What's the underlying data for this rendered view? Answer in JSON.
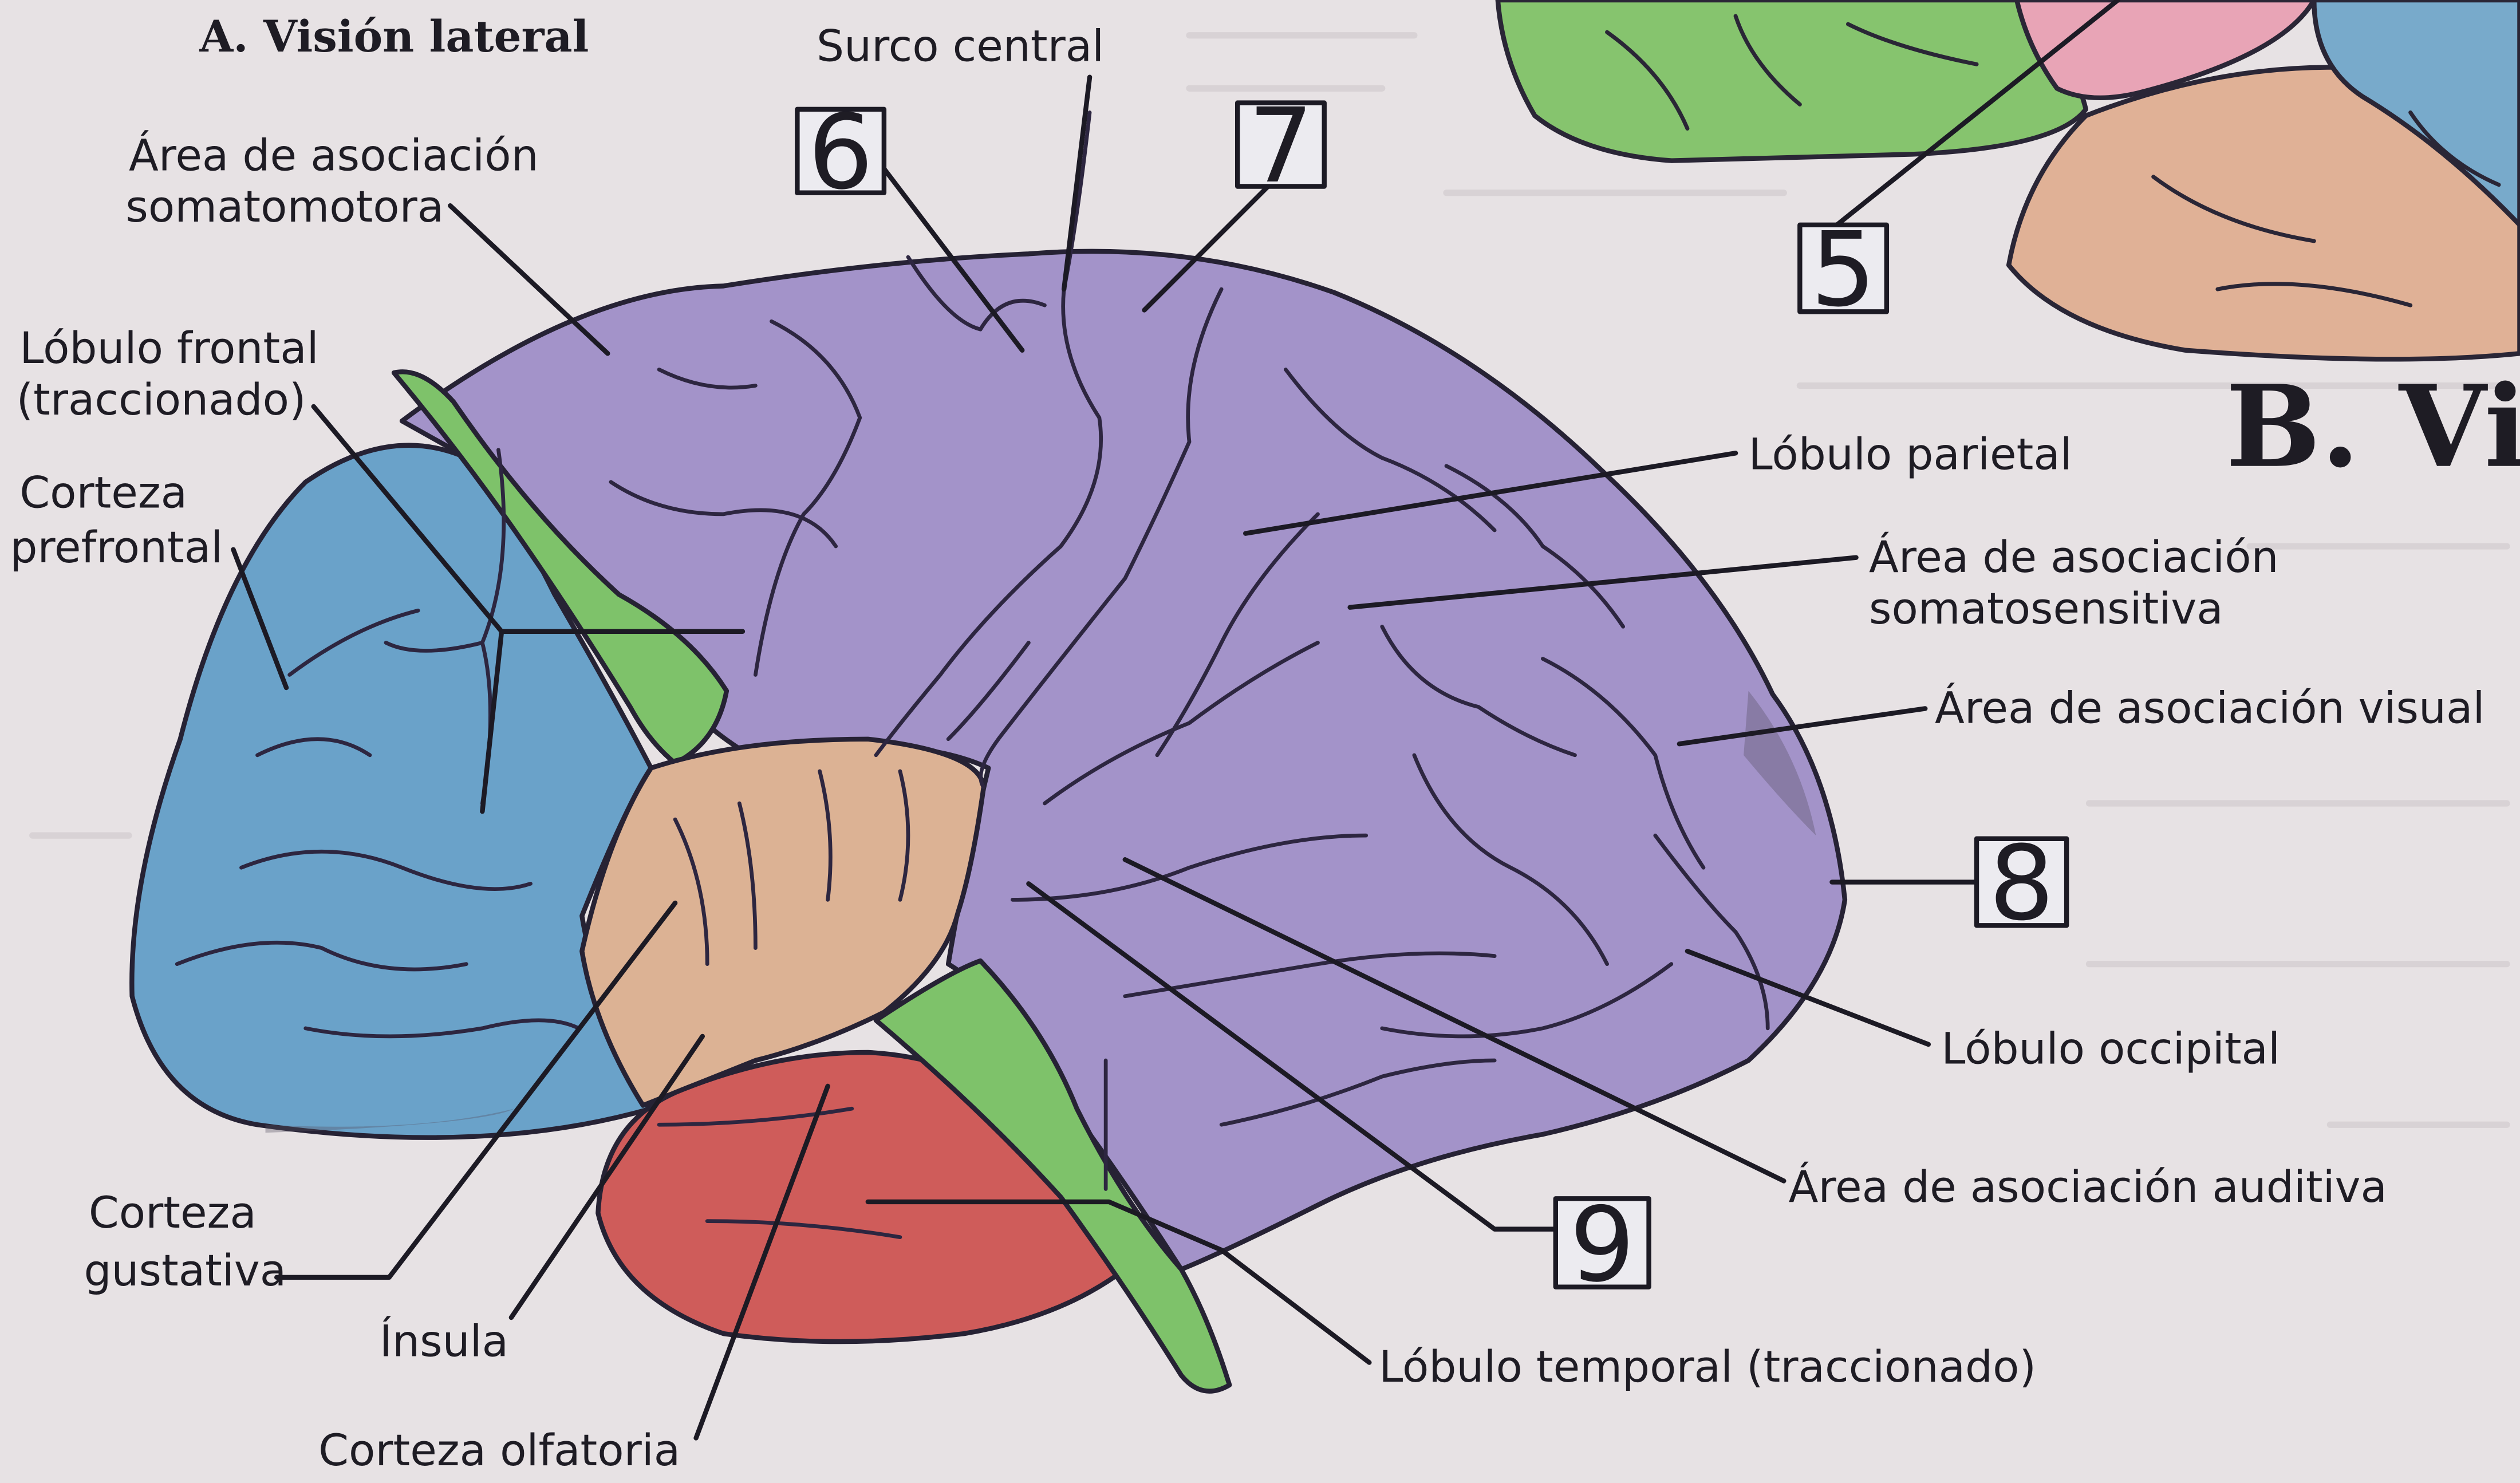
{
  "panel_a_title": "A. Visión lateral",
  "panel_b_title": "B. Visión late",
  "labels": {
    "central_sulcus": "Surco central",
    "somatomotor_assoc_1": "Área de asociación",
    "somatomotor_assoc_2": "somatomotora",
    "frontal_lobe_1": "Lóbulo frontal",
    "frontal_lobe_2": "(traccionado)",
    "prefrontal_1": "Corteza",
    "prefrontal_2": "prefrontal",
    "parietal_lobe": "Lóbulo parietal",
    "somatosensory_assoc_1": "Área de asociación",
    "somatosensory_assoc_2": "somatosensitiva",
    "visual_assoc": "Área de asociación visual",
    "occipital_lobe": "Lóbulo occipital",
    "auditory_assoc": "Área de asociación auditiva",
    "temporal_lobe": "Lóbulo temporal (traccionado)",
    "gustatory_1": "Corteza",
    "gustatory_2": "gustativa",
    "insula": "Ínsula",
    "olfactory": "Corteza olfatoria"
  },
  "numbered_boxes": [
    "5",
    "6",
    "7",
    "8",
    "9"
  ],
  "colors": {
    "page": "#e7e2e4",
    "parietal_purple": "#a393c9",
    "prefrontal_blue": "#6aa2c9",
    "insula_orange": "#dcb294",
    "olfactory_red": "#cf5c5a",
    "frontal_green": "#7ec26a",
    "outline": "#262234"
  }
}
